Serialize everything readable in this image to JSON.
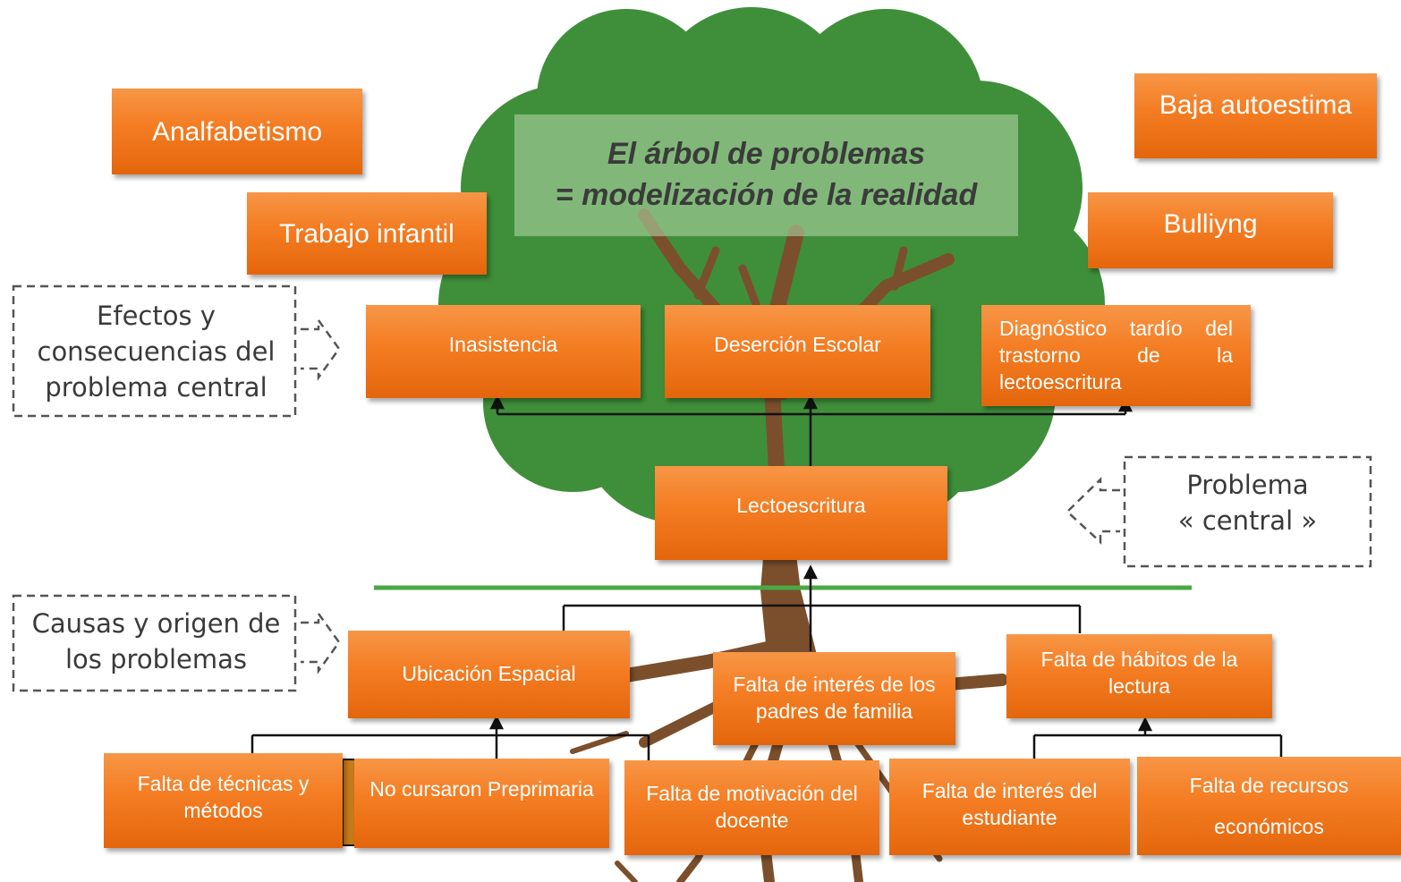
{
  "title": {
    "line1": "El árbol de problemas",
    "line2": "= modelización de la realidad"
  },
  "side_labels": {
    "effects": [
      "Efectos y",
      "consecuencias del",
      "problema central"
    ],
    "central": [
      "Problema",
      "« central »"
    ],
    "causes": [
      "Causas y origen de",
      "los problemas"
    ]
  },
  "top_effects": {
    "analfabetismo": "Analfabetismo",
    "trabajo_infantil": "Trabajo infantil",
    "baja_autoestima": "Baja autoestima",
    "bullying": "Bulliyng"
  },
  "effects": {
    "inasistencia": "Inasistencia",
    "desercion": "Deserción Escolar",
    "diagnostico": "Diagnóstico tardío del trastorno de la lectoescritura"
  },
  "central_problem": "Lectoescritura",
  "causes": {
    "ubicacion": "Ubicación Espacial",
    "padres": "Falta de interés  de los padres de familia",
    "habitos": "Falta de hábitos de la lectura"
  },
  "root_causes": {
    "tecnicas": "Falta de técnicas y métodos",
    "preprimaria": "No cursaron Preprimaria",
    "motivacion": "Falta de motivación del docente",
    "estudiante": "Falta de interés del estudiante",
    "recursos": "Falta de recursos económicos"
  },
  "colors": {
    "box_orange": "#f47c22",
    "tree_green": "#3f8f3a",
    "trunk_brown": "#7b4f2c",
    "ground_line": "#4aa843",
    "connector": "#111111",
    "label_text": "#3a3a3a"
  },
  "icons": [
    "tree-illustration",
    "dashed-arrow-right-icon",
    "dashed-arrow-left-icon"
  ]
}
